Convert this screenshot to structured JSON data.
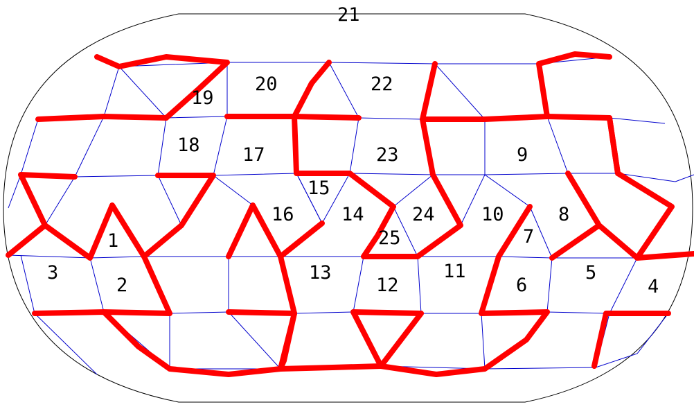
{
  "labels": [
    "1",
    "2",
    "3",
    "4",
    "5",
    "6",
    "7",
    "8",
    "9",
    "10",
    "11",
    "12",
    "13",
    "14",
    "15",
    "16",
    "17",
    "18",
    "19",
    "20",
    "21",
    "22",
    "23",
    "24",
    "25"
  ],
  "colors": {
    "outline": "#000000",
    "cell_lines": "#0000cc",
    "cut_lines": "#ff0000",
    "background": "#ffffff"
  }
}
